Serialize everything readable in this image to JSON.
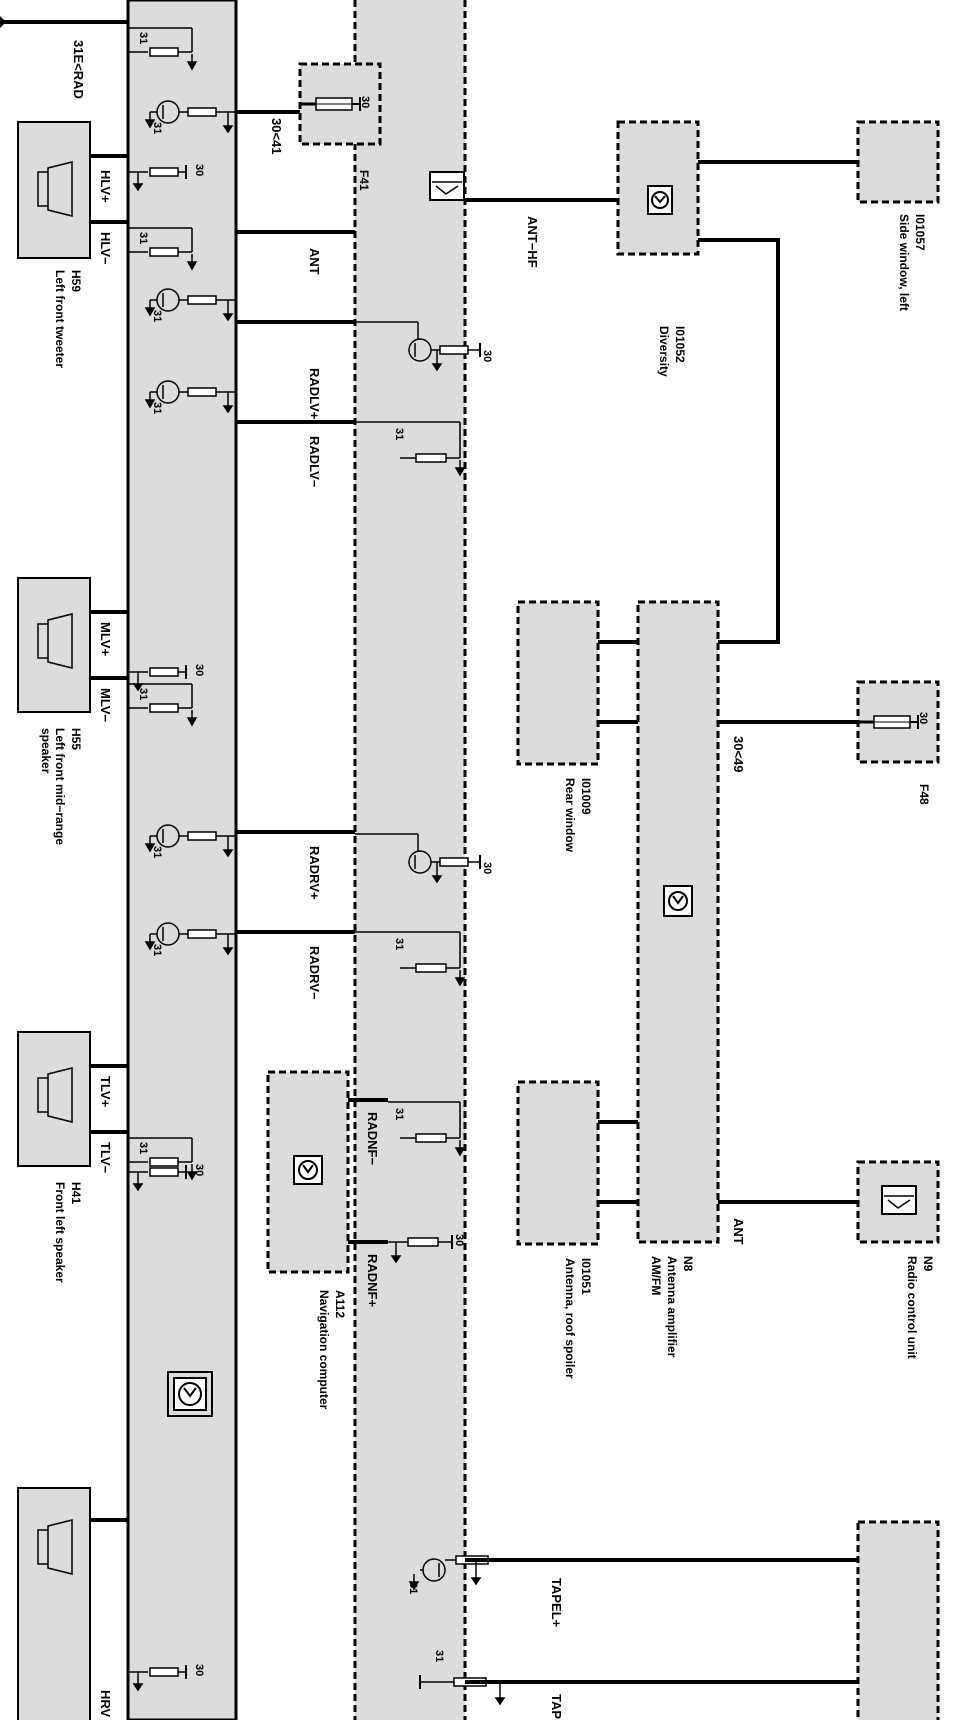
{
  "components": {
    "h59": {
      "id": "H59",
      "name": "Left front tweeter",
      "pin_plus": "HLV+",
      "pin_minus": "HLV−"
    },
    "h55": {
      "id": "H55",
      "name": "Left front mid−range",
      "name_line2": "speaker",
      "pin_plus": "MLV+",
      "pin_minus": "MLV−"
    },
    "h41": {
      "id": "H41",
      "name": "Front left speaker",
      "pin_plus": "TLV+",
      "pin_minus": "TLV−"
    },
    "hrv": {
      "pin_plus": "HRV"
    },
    "f41": {
      "id": "F41",
      "terminal": "30"
    },
    "f48": {
      "id": "F48",
      "terminal": "30"
    },
    "a112": {
      "id": "A112",
      "name": "Navigation computer"
    },
    "i01057": {
      "id": "I01057",
      "name": "Side window, left"
    },
    "i01052": {
      "id": "I01052",
      "name": "Diversity"
    },
    "i01009": {
      "id": "I01009",
      "name": "Rear window"
    },
    "i01051": {
      "id": "I01051",
      "name": "Antenna, roof spoiler"
    },
    "n8": {
      "id": "N8",
      "name": "Antenna amplifier",
      "name_line2": "AM/FM"
    },
    "n9": {
      "id": "N9",
      "name": "Radio control unit"
    }
  },
  "wires": {
    "top": "31E<RAD",
    "f41_feed": "30<41",
    "ant": "ANT",
    "ant_hf": "ANT−HF",
    "radlv_plus": "RADLV+",
    "radlv_minus": "RADLV−",
    "radrv_plus": "RADRV+",
    "radrv_minus": "RADRV−",
    "radnf_minus": "RADNF−",
    "radnf_plus": "RADNF+",
    "f48_feed": "30<49",
    "n8_ant": "ANT",
    "tapel_plus": "TAPEL+",
    "tape_cut": "TAP"
  },
  "terminals": {
    "t30": "30",
    "t31": "31"
  }
}
